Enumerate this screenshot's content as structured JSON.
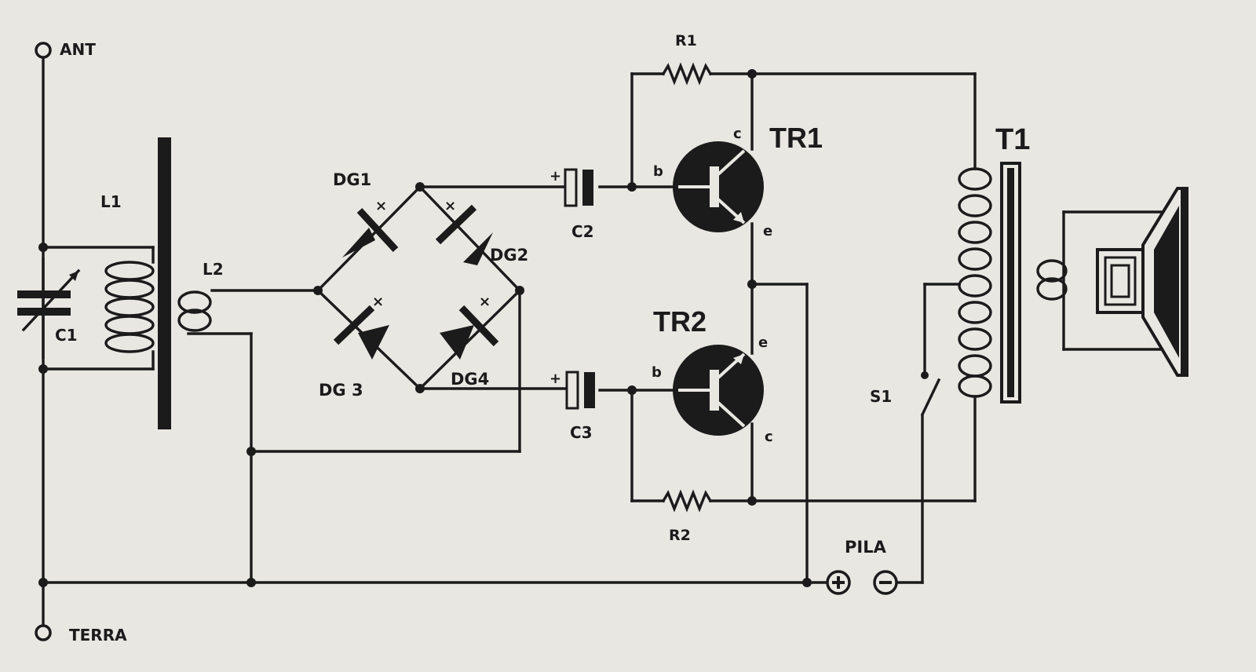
{
  "terminals": {
    "antenna": "ANT",
    "ground": "TERRA"
  },
  "components": {
    "c1": "C1",
    "l1": "L1",
    "l2": "L2",
    "dg1": "DG1",
    "dg2": "DG2",
    "dg3": "DG 3",
    "dg4": "DG4",
    "c2": "C2",
    "c3": "C3",
    "r1": "R1",
    "r2": "R2",
    "tr1": "TR1",
    "tr2": "TR2",
    "t1": "T1",
    "s1": "S1",
    "battery": "PILA"
  },
  "pins": {
    "tr1_collector": "c",
    "tr1_base": "b",
    "tr1_emitter": "e",
    "tr2_emitter": "e",
    "tr2_base": "b",
    "tr2_collector": "c",
    "c2_polarity": "+",
    "c3_polarity": "+",
    "dg1_mark": "×",
    "dg2_mark": "×",
    "dg3_mark": "×",
    "dg4_mark": "×"
  },
  "colors": {
    "ink": "#1b1b1b",
    "paper": "#e9e7e2"
  },
  "icons": {
    "battery_positive": "plus-circle-icon",
    "battery_negative": "minus-circle-icon",
    "speaker": "loudspeaker-icon"
  }
}
